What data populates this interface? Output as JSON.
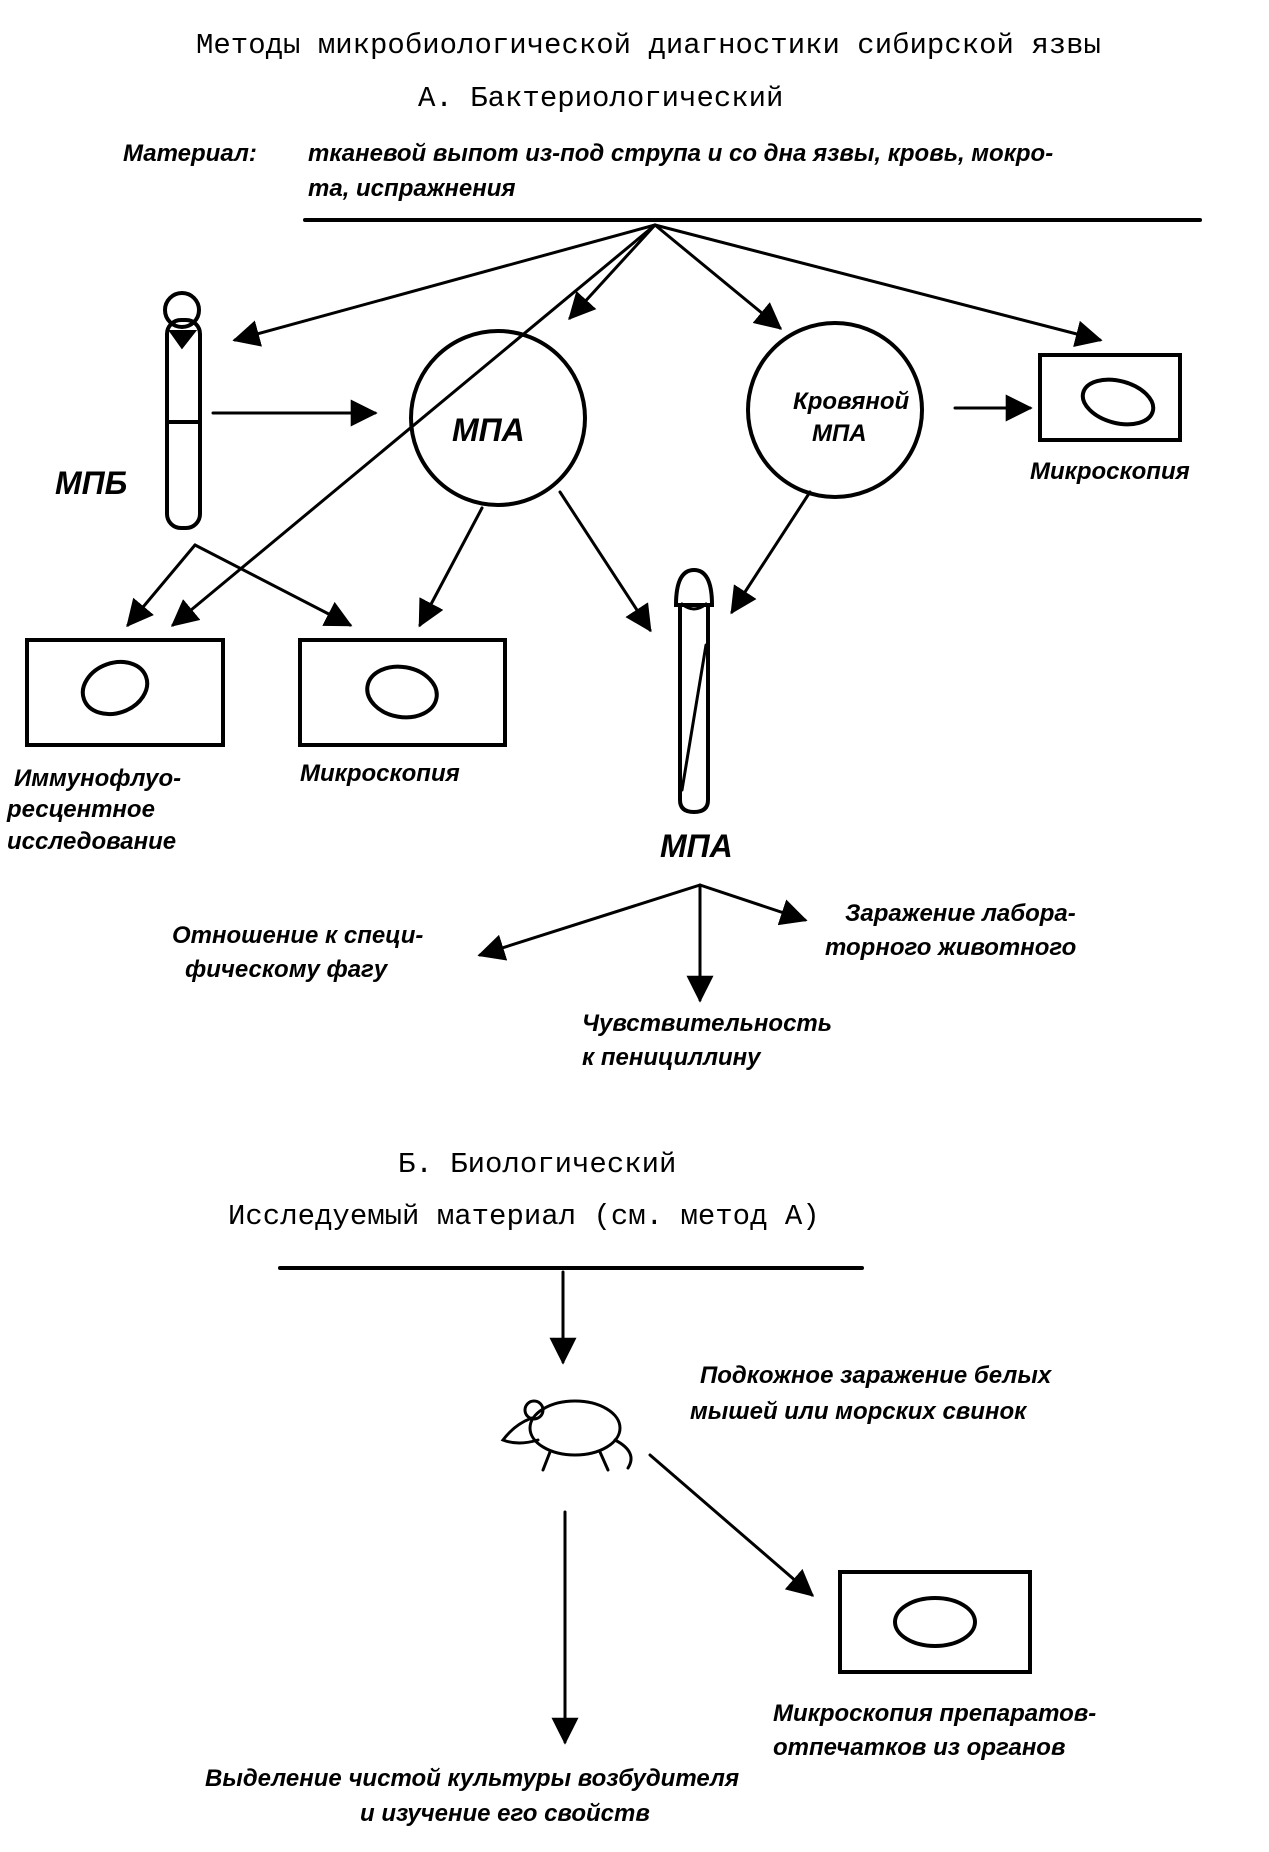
{
  "title": "Методы микробиологической диагностики сибирской язвы",
  "section_a": {
    "heading": "А. Бактериологический",
    "material_prefix": "Материал:",
    "material_line1": "тканевой выпот из-под струпа и со дна язвы, кровь, мокро-",
    "material_line2": "та, испражнения",
    "labels": {
      "mpb": "МПБ",
      "mpa_plate": "МПА",
      "blood_mpa_line1": "Кровяной",
      "blood_mpa_line2": "МПА",
      "microscopy_right": "Микроскопия",
      "immuno_line1": "Иммунофлуо-",
      "immuno_line2": "ресцентное",
      "immuno_line3": "исследование",
      "microscopy_mid": "Микроскопия",
      "mpa_slant": "МПА",
      "phage_line1": "Отношение к специ-",
      "phage_line2": "фическому фагу",
      "penicillin_line1": "Чувствительность",
      "penicillin_line2": "к пенициллину",
      "infection_line1": "Заражение лабора-",
      "infection_line2": "торного животного"
    }
  },
  "section_b": {
    "heading": "Б. Биологический",
    "subheading": "Исследуемый материал  (см. метод А)",
    "labels": {
      "mice_line1": "Подкожное заражение белых",
      "mice_line2": "мышей или морских свинок",
      "smear_line1": "Микроскопия препаратов-",
      "smear_line2": "отпечатков из органов",
      "culture_line1": "Выделение чистой культуры возбудителя",
      "culture_line2": "и изучение его свойств"
    }
  },
  "icons": {
    "test_tube": "test-tube-icon",
    "petri_dish": "petri-dish-icon",
    "slide": "microscope-slide-icon",
    "mouse": "mouse-icon"
  }
}
